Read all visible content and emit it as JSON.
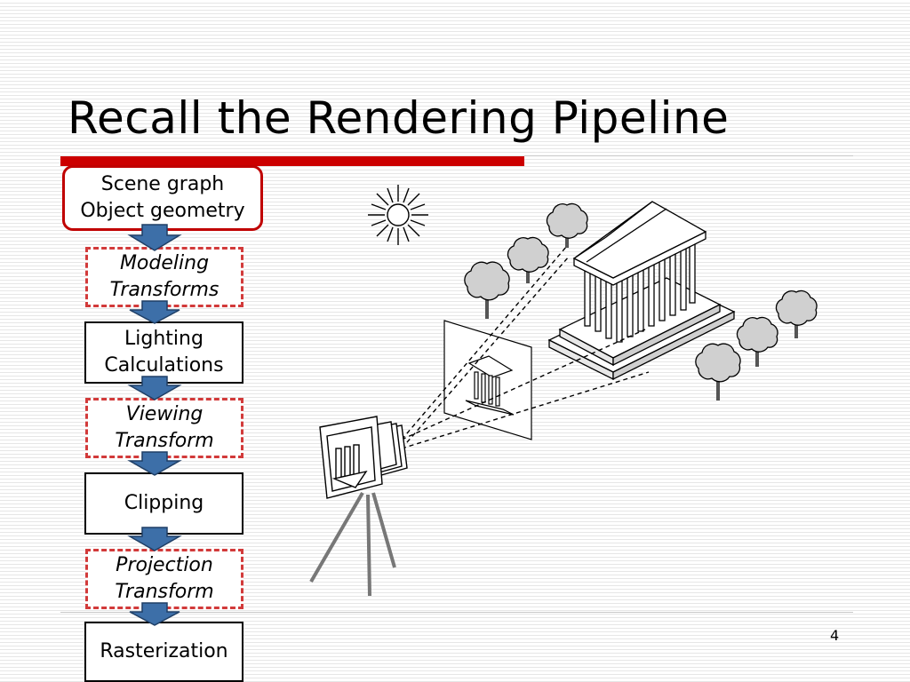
{
  "slide": {
    "title": "Recall the Rendering Pipeline",
    "page_number": "4"
  },
  "pipeline": [
    {
      "line1": "Scene graph",
      "line2": "Object geometry",
      "style": "rounded"
    },
    {
      "line1": "Modeling",
      "line2": "Transforms",
      "style": "dashed"
    },
    {
      "line1": "Lighting",
      "line2": "Calculations",
      "style": "solid"
    },
    {
      "line1": "Viewing",
      "line2": "Transform",
      "style": "dashed"
    },
    {
      "line1": "Clipping",
      "line2": "",
      "style": "solid"
    },
    {
      "line1": "Projection",
      "line2": "Transform",
      "style": "dashed"
    },
    {
      "line1": "Rasterization",
      "line2": "",
      "style": "solid"
    }
  ],
  "colors": {
    "accent_red": "#cc0000",
    "dashed_border": "#d23a3a",
    "arrow_fill": "#3d6fa8",
    "arrow_stroke": "#1f3f66"
  },
  "illustration": {
    "icons": [
      "sun-icon",
      "camera-on-tripod-icon",
      "image-plane-icon",
      "temple-icon",
      "tree-icon"
    ]
  }
}
